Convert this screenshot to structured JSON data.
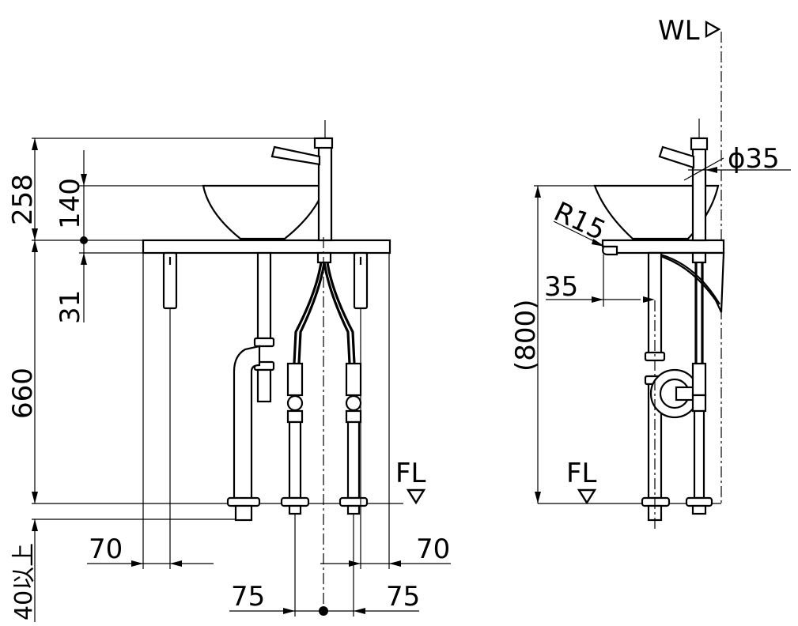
{
  "diagram": {
    "front_view": {
      "dim_258": "258",
      "dim_140": "140",
      "dim_31": "31",
      "dim_660": "660",
      "dim_40": "40以上",
      "dim_70_left": "70",
      "dim_70_right": "70",
      "dim_75_left": "75",
      "dim_75_right": "75",
      "floor_label": "FL"
    },
    "side_view": {
      "wall_label": "WL",
      "dim_phi35": "ϕ35",
      "dim_r15": "R15",
      "dim_35": "35",
      "dim_800": "(800)",
      "floor_label": "FL"
    }
  }
}
